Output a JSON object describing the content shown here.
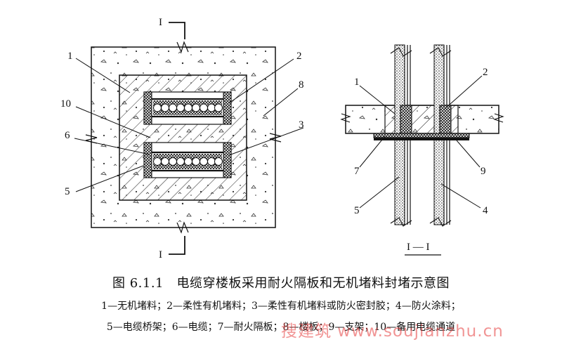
{
  "section_marks": {
    "top": "I",
    "bottom": "I",
    "section_title": "I — I"
  },
  "plan_labels": {
    "l1": "1",
    "l2": "2",
    "l3": "3",
    "l5": "5",
    "l6": "6",
    "l8": "8",
    "l10": "10"
  },
  "section_labels": {
    "l1": "1",
    "l2": "2",
    "l4": "4",
    "l5": "5",
    "l7": "7",
    "l9": "9"
  },
  "caption": {
    "title": "图 6.1.1　电缆穿楼板采用耐火隔板和无机堵料封堵示意图",
    "legend_line1": "1—无机堵料；2—柔性有机堵料；3—柔性有机堵料或防火密封胶；4—防火涂料；",
    "legend_line2": "5—电缆桥架；6—电缆；7—耐火隔板；8—楼板；9—支架；10—备用电缆通道"
  },
  "watermark": "搜建筑 www.soujianzhu.cn",
  "colors": {
    "ink": "#111111",
    "watermark": "#e63c3c"
  }
}
